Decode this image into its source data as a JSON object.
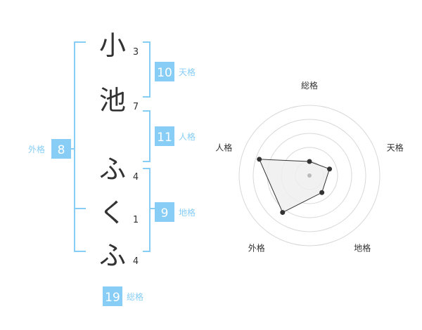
{
  "name": {
    "characters": [
      {
        "char": "小",
        "strokes": "3"
      },
      {
        "char": "池",
        "strokes": "7"
      },
      {
        "char": "ふ",
        "strokes": "4"
      },
      {
        "char": "く",
        "strokes": "1"
      },
      {
        "char": "ふ",
        "strokes": "4"
      }
    ]
  },
  "kaku": {
    "tenkaku": {
      "value": "10",
      "label": "天格"
    },
    "jinkaku": {
      "value": "11",
      "label": "人格"
    },
    "chikaku": {
      "value": "9",
      "label": "地格"
    },
    "gaikaku": {
      "value": "8",
      "label": "外格"
    },
    "soukaku": {
      "value": "19",
      "label": "総格"
    }
  },
  "colors": {
    "accent": "#87cdf5",
    "badge_text": "#ffffff",
    "label_text": "#87cdf5",
    "char_text": "#333333",
    "ring": "#d8d8d8",
    "polygon_fill": "#eeeeee",
    "polygon_stroke": "#333333"
  },
  "chart_data": {
    "type": "radar",
    "axes": [
      "総格",
      "天格",
      "地格",
      "外格",
      "人格"
    ],
    "values": [
      0.2,
      0.3,
      0.3,
      0.65,
      0.75
    ],
    "rings": 5,
    "range": [
      0,
      1
    ]
  }
}
